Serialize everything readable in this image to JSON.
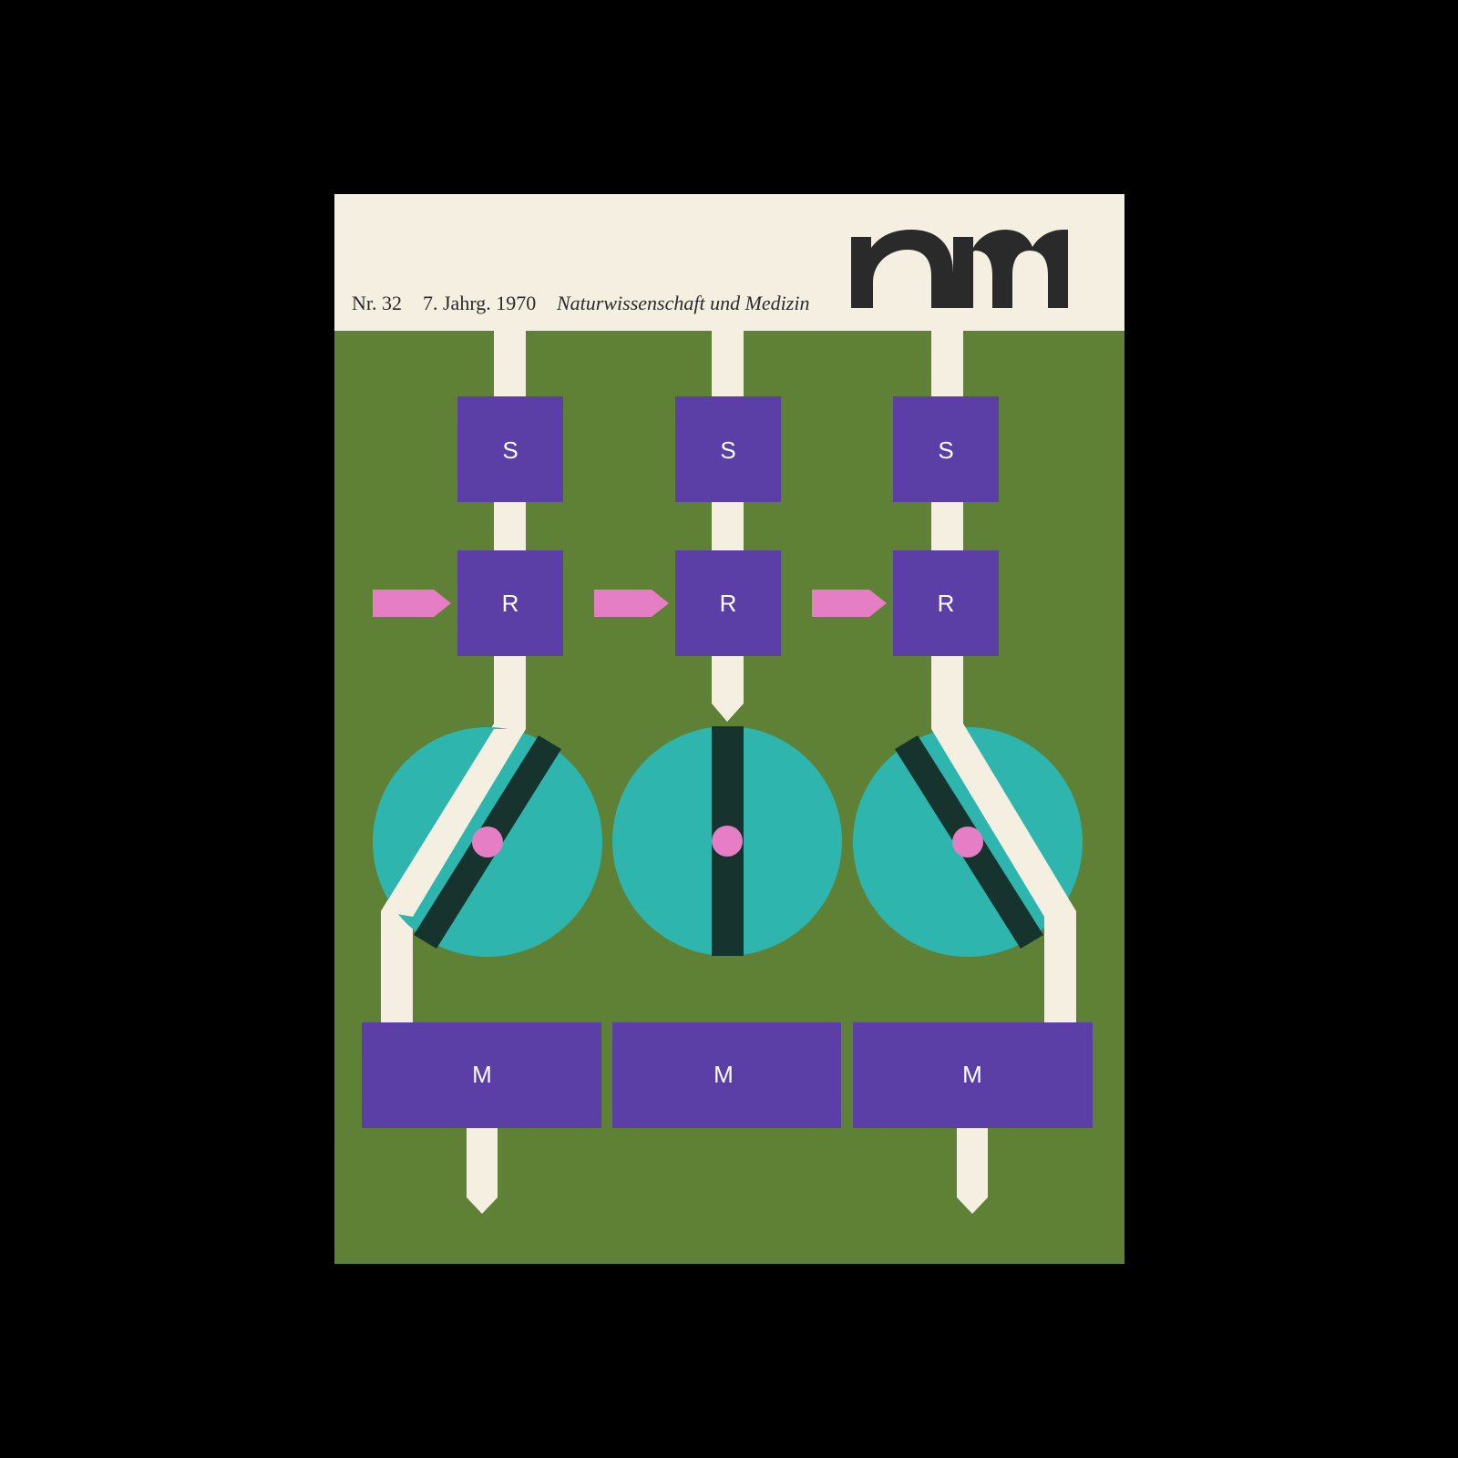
{
  "masthead": {
    "issue": "Nr. 32",
    "volume_year": "7. Jahrg. 1970",
    "subtitle": "Naturwissenschaft und Medizin",
    "logo_text": "n+m"
  },
  "diagram": {
    "columns": [
      {
        "top_block": "S",
        "middle_block": "R",
        "bottom_block": "M"
      },
      {
        "top_block": "S",
        "middle_block": "R",
        "bottom_block": "M"
      },
      {
        "top_block": "S",
        "middle_block": "R",
        "bottom_block": "M"
      }
    ]
  },
  "colors": {
    "background": "#000000",
    "paper": "#f4efe1",
    "green": "#5e8136",
    "block_purple": "#5b3ea6",
    "channel": "#f4efe1",
    "disc_teal": "#2db5ae",
    "bar_dark": "#16332e",
    "pink": "#e57ec4",
    "ink": "#2a2a2a"
  }
}
